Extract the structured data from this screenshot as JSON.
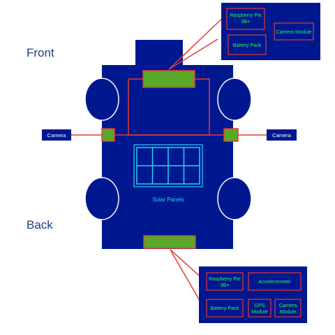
{
  "labels": {
    "front": "Front",
    "back": "Back",
    "solar_panels": "Solar Panels",
    "camera_left": "Camera",
    "camera_right": "Camera"
  },
  "front_panel": {
    "raspberry_pi_line1": "Raspberry Pie",
    "raspberry_pi_line2": "3B+",
    "camera_module": "Camera Module",
    "battery_pack": "Battery Pack"
  },
  "back_panel": {
    "raspberry_pi_line1": "Raspberry Pie",
    "raspberry_pi_line2": "3B+",
    "accelerometer": "Accelerometer",
    "battery_pack": "Battery Pack",
    "gps_line1": "GPS",
    "gps_line2": "Module",
    "camera_line1": "Camera",
    "camera_line2": "Module"
  },
  "colors": {
    "navy": "#00188f",
    "green": "#5aa82a",
    "red": "#e03a3a",
    "cyan": "#22d4f4",
    "label_blue": "#1f3f7a",
    "text_green": "#2ef05a"
  }
}
